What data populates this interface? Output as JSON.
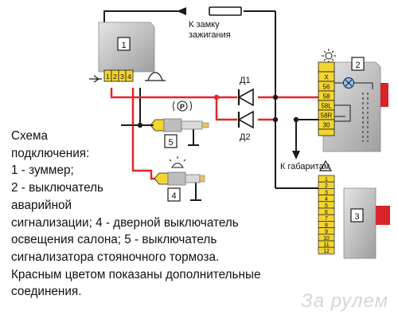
{
  "diagram": {
    "labels": {
      "ignition": [
        "К замку",
        "зажигания"
      ],
      "side_lights": "К габаритам",
      "d1": "Д1",
      "d2": "Д2"
    },
    "components": {
      "buzzer_number": "1",
      "switch_number": "2",
      "unit3_number": "3",
      "door_switch_number": "4",
      "parking_brake_switch_number": "5",
      "parking_symbol": "P"
    },
    "buzzer_pins": [
      "1",
      "2",
      "3",
      "4"
    ],
    "switch_pins": [
      "X",
      "56",
      "58",
      "58L",
      "58R",
      "30"
    ],
    "unit3_pins": [
      "1",
      "2",
      "3",
      "4",
      "5",
      "6",
      "7",
      "8",
      "9",
      "10",
      "11",
      "12"
    ],
    "colors": {
      "additional_wire": "#e8242a",
      "wire": "#1a1a1a",
      "connector": "#f2d530",
      "module": "#c9c9c9"
    }
  },
  "caption": {
    "lines": [
      "Схема",
      "подключения:",
      "1 - зуммер;",
      "2 - выключатель",
      "аварийной",
      "сигнализации; 4 - дверной выключатель",
      "освещения салона; 5 - выключатель",
      "сигнализатора стояночного тормоза.",
      "Красным цветом показаны дополнительные",
      "соединения."
    ]
  },
  "watermark": "За рулем"
}
